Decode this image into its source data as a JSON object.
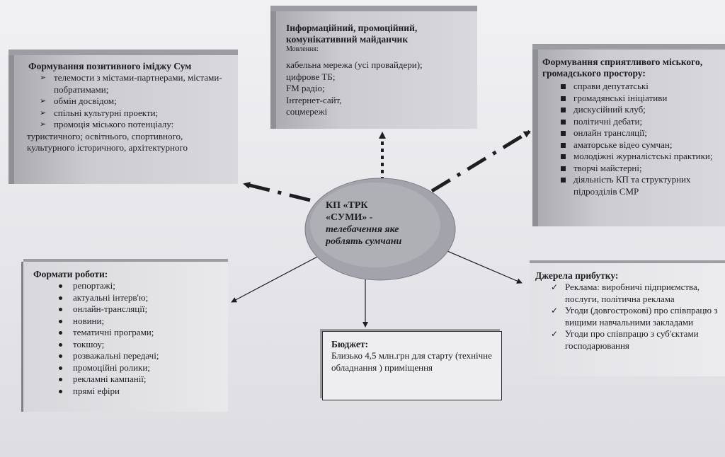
{
  "center": {
    "line1": "КП «ТРК",
    "line2": "«СУМИ» -",
    "line3": "телебачення яке",
    "line4": "роблять сумчани"
  },
  "image_box": {
    "title": "Формування позитивного іміджу Сум",
    "items": [
      "телемости з містами-партнерами, містами-побратимами;",
      "обмін досвідом;",
      "спільні культурні проекти;",
      "промоція міського потенціалу:"
    ],
    "tail": "туристичного; освітнього, спортивного, культурного історичного, архітектурного"
  },
  "info_box": {
    "title": "Інформаційний, промоційний, комунікативний майданчик",
    "subtitle": "Мовлення:",
    "lines": [
      "кабельна мережа (усі провайдери);",
      "цифрове ТБ;",
      "FM радіо;",
      "Інтернет-сайт,",
      "соцмережі"
    ]
  },
  "space_box": {
    "title": "Формування сприятливого міського, громадського простору:",
    "items": [
      "справи депутатські",
      "громадянські ініціативи",
      "дискусійний клуб;",
      "політичні дебати;",
      "онлайн трансляції;",
      "аматорське відео сумчан;",
      "молодіжні журналістські практики;",
      "творчі майстерні;",
      "діяльність КП та структурних підрозділів СМР"
    ]
  },
  "formats_box": {
    "title": "Формати роботи:",
    "items": [
      "репортажі;",
      "актуальні інтерв'ю;",
      "онлайн-трансляції;",
      "новини;",
      "тематичні програми;",
      "токшоу;",
      "розважальні передачі;",
      "промоційні ролики;",
      "рекламні кампанії;",
      "прямі ефіри"
    ]
  },
  "budget_box": {
    "title": "Бюджет:",
    "text": "Близько 4,5 млн.грн для старту (технічне обладнання ) приміщення"
  },
  "income_box": {
    "title": "Джерела прибутку:",
    "items": [
      "Реклама: виробничі підприємства, послуги, політична реклама",
      "Угоди (довгострокові) про співпрацю з вищими навчальними закладами",
      "Угоди про співпрацю з суб'єктами господарювання"
    ]
  }
}
